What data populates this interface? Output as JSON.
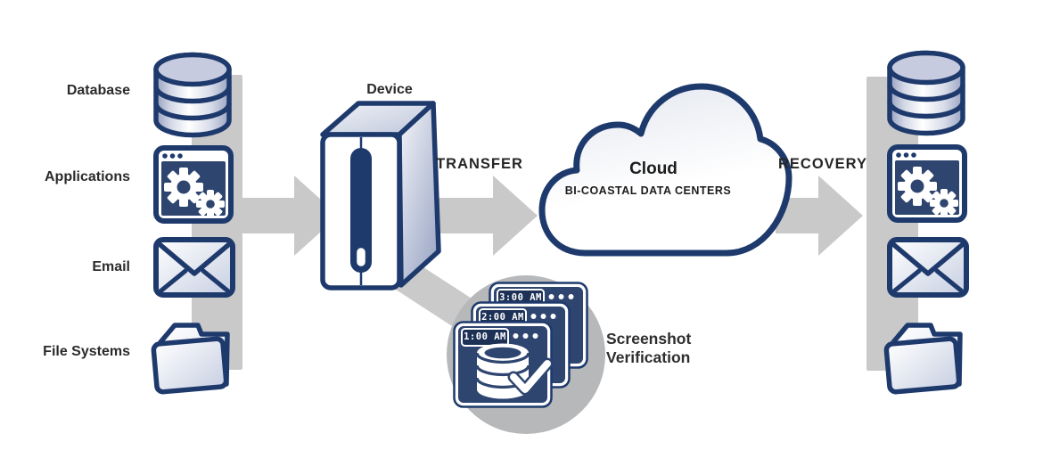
{
  "sources": {
    "items": [
      "Database",
      "Applications",
      "Email",
      "File Systems"
    ]
  },
  "device": {
    "label": "Device"
  },
  "flow": {
    "transfer_label": "TRANSFER",
    "recovery_label": "RECOVERY"
  },
  "cloud": {
    "title": "Cloud",
    "subtitle": "BI-COASTAL DATA CENTERS"
  },
  "verification": {
    "line1": "Screenshot",
    "line2": "Verification",
    "timestamps": [
      "3:00 AM",
      "2:00 AM",
      "1:00 AM"
    ]
  },
  "colors": {
    "navy_outline": "#1e3a6d",
    "window_navy": "#2e4570",
    "badge_navy": "#1d3157",
    "arrow_gray": "#c9c9c9",
    "circle_gray": "#b6b8ba",
    "text_dark": "#2b2b2b"
  }
}
